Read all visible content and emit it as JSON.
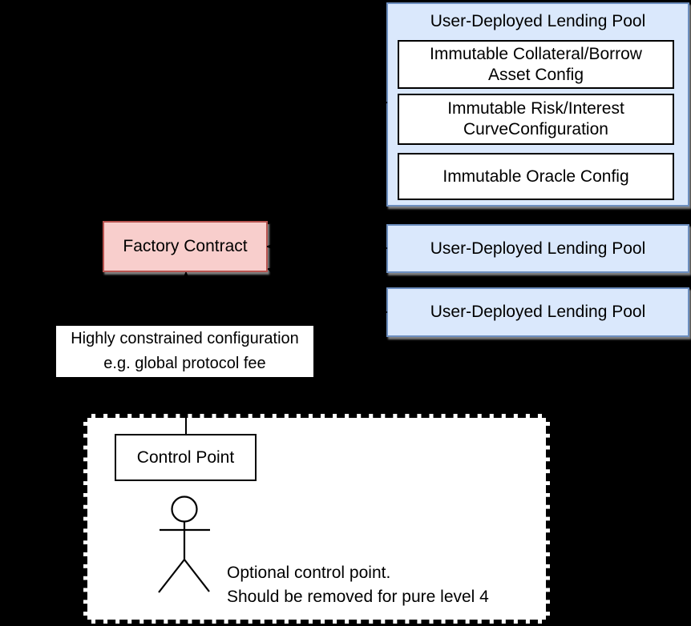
{
  "diagram": {
    "pool_detailed": {
      "title": "User-Deployed Lending Pool",
      "configs": [
        {
          "line1": "Immutable Collateral/Borrow",
          "line2": "Asset Config"
        },
        {
          "line1": "Immutable Risk/Interest",
          "line2": "CurveConfiguration"
        },
        {
          "line1": "Immutable Oracle Config",
          "line2": ""
        }
      ]
    },
    "pool_2_label": "User-Deployed Lending Pool",
    "pool_3_label": "User-Deployed Lending Pool",
    "factory_label": "Factory Contract",
    "config_note": {
      "line1": "Highly constrained configuration",
      "line2": "e.g. global protocol fee"
    },
    "control_point_label": "Control Point",
    "optional_note": {
      "line1": "Optional control point.",
      "line2": "Should be removed for pure level 4"
    }
  },
  "colors": {
    "background": "#000000",
    "pool_fill": "#dae8fc",
    "pool_stroke": "#6c8ebf",
    "factory_fill": "#f8cecc",
    "factory_stroke": "#b85450",
    "box_fill": "#ffffff",
    "line_stroke": "#000000",
    "shadow": "#a0a0a0"
  }
}
